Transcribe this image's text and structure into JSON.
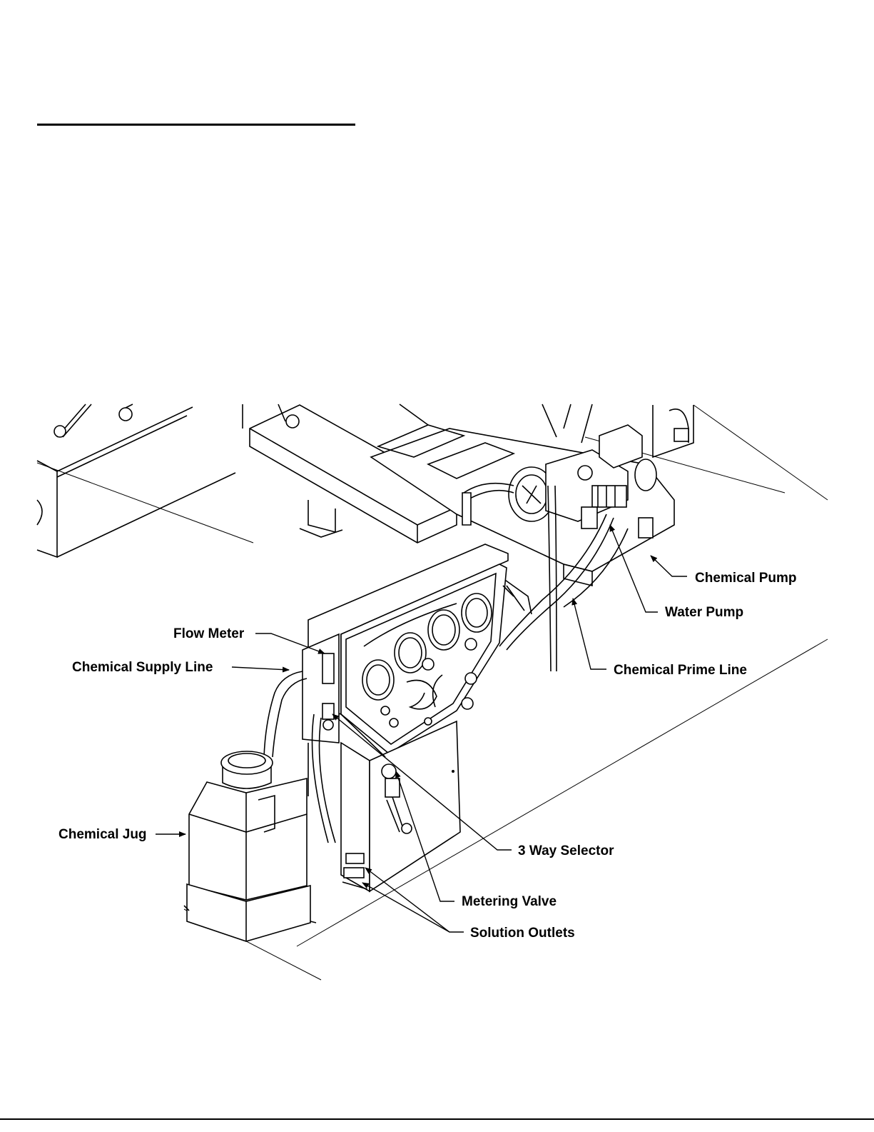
{
  "labels": {
    "chemical_pump": "Chemical Pump",
    "water_pump": "Water Pump",
    "chemical_prime_line": "Chemical Prime Line",
    "flow_meter": "Flow Meter",
    "chemical_supply_line": "Chemical Supply Line",
    "chemical_jug": "Chemical Jug",
    "three_way_selector": "3 Way Selector",
    "metering_valve": "Metering Valve",
    "solution_outlets": "Solution Outlets"
  }
}
